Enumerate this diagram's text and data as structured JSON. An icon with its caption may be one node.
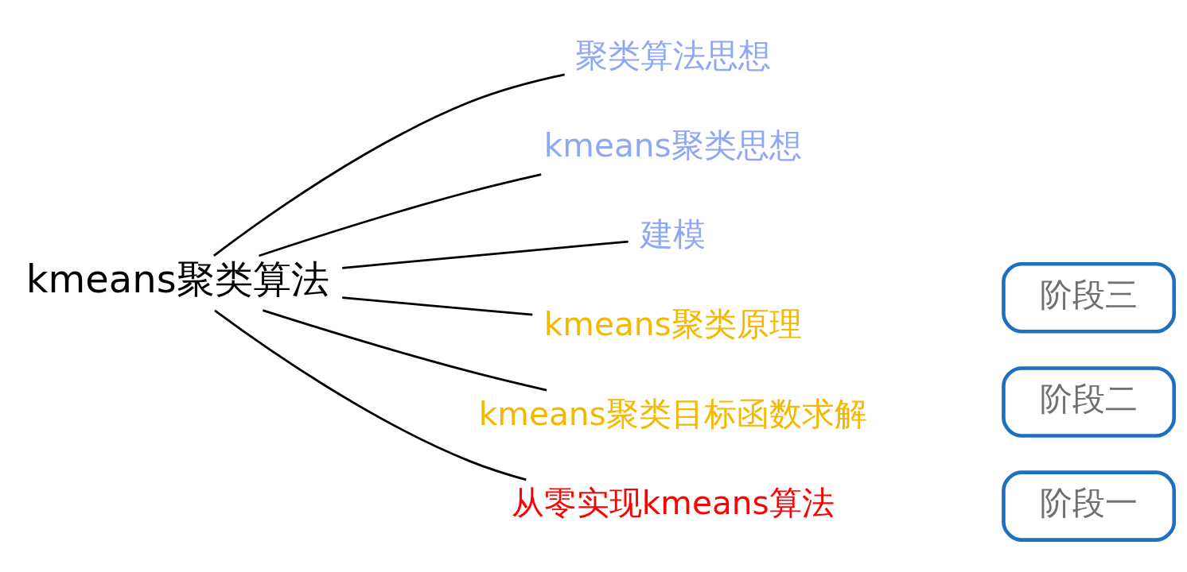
{
  "diagram": {
    "nodes": [
      {
        "text": [
          "kmeans聚类算法"
        ]
      },
      {
        "text": [
          "聚类算法思想"
        ]
      },
      {
        "text": [
          "kmeans聚类思想"
        ]
      },
      {
        "text": [
          "建模"
        ]
      },
      {
        "text": [
          "kmeans聚类原理"
        ]
      },
      {
        "text": [
          "kmeans聚类目标函数求解"
        ]
      },
      {
        "text": [
          "从零实现kmeans算法"
        ]
      },
      {
        "text": [
          "阶段一"
        ]
      },
      {
        "text": [
          "阶段二"
        ]
      },
      {
        "text": [
          "阶段三"
        ]
      }
    ],
    "edges": [
      {
        "from": 0,
        "to": 1,
        "arrow": "none"
      },
      {
        "from": 0,
        "to": 2,
        "arrow": "none"
      },
      {
        "from": 0,
        "to": 3,
        "arrow": "none"
      },
      {
        "from": 0,
        "to": 4,
        "arrow": "none"
      },
      {
        "from": 0,
        "to": 5,
        "arrow": "none"
      },
      {
        "from": 0,
        "to": 6,
        "arrow": "none"
      }
    ]
  }
}
